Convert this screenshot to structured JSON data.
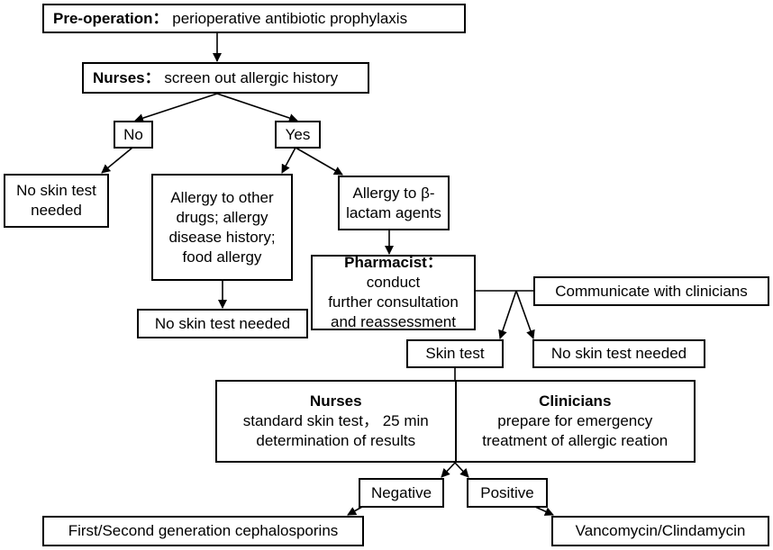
{
  "nodes": {
    "preop": {
      "bold": "Pre-operation：",
      "text": "perioperative antibiotic prophylaxis"
    },
    "nurses_screen": {
      "bold": "Nurses：",
      "text": "screen out allergic history"
    },
    "no": {
      "text": "No"
    },
    "yes": {
      "text": "Yes"
    },
    "no_test_left": {
      "lines": [
        "No skin test",
        "needed"
      ]
    },
    "allergy_other": {
      "lines": [
        "Allergy to other",
        "drugs; allergy",
        "disease history;",
        "food allergy"
      ]
    },
    "allergy_beta": {
      "lines": [
        "Allergy to β-",
        "lactam agents"
      ]
    },
    "no_test_mid": {
      "text": "No skin test needed"
    },
    "pharmacist": {
      "bold": "Pharmacist：",
      "line1": "conduct",
      "lines": [
        "further consultation",
        "and reassessment"
      ]
    },
    "communicate": {
      "text": "Communicate with clinicians"
    },
    "skin_test": {
      "text": "Skin test"
    },
    "no_test_right": {
      "text": "No skin test needed"
    },
    "nurses_panel": {
      "title": "Nurses",
      "lines": [
        "standard skin test， 25 min",
        "determination of results"
      ]
    },
    "clinicians_panel": {
      "title": "Clinicians",
      "lines": [
        "prepare for emergency",
        "treatment of allergic reation"
      ]
    },
    "negative": {
      "text": "Negative"
    },
    "positive": {
      "text": "Positive"
    },
    "cephalosporins": {
      "text": "First/Second generation cephalosporins"
    },
    "vancomycin": {
      "text": "Vancomycin/Clindamycin"
    }
  }
}
